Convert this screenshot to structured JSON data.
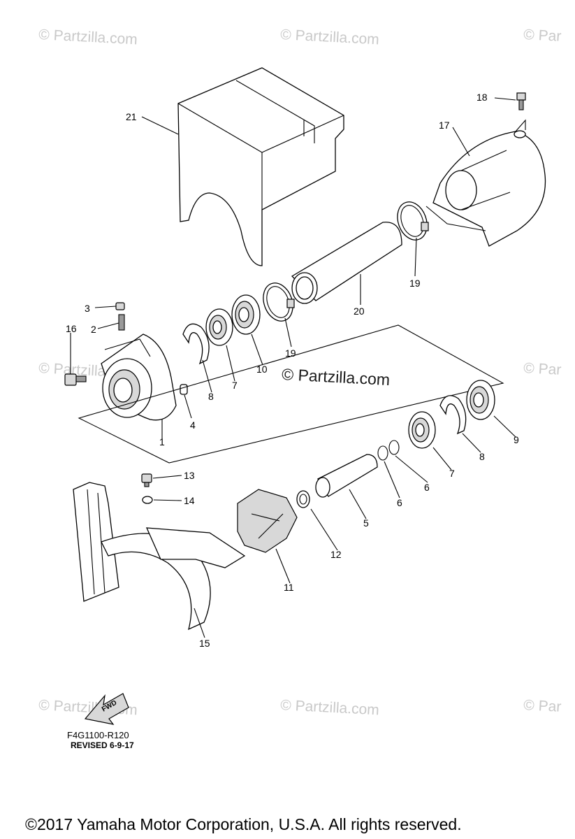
{
  "watermark": {
    "text": "© Partzilla.com",
    "text_partial": "© Par"
  },
  "center_watermark": "© Partzilla.com",
  "callouts": [
    "1",
    "2",
    "3",
    "4",
    "5",
    "6",
    "6",
    "7",
    "7",
    "8",
    "8",
    "9",
    "10",
    "11",
    "12",
    "13",
    "14",
    "15",
    "16",
    "17",
    "18",
    "19",
    "19",
    "20",
    "21"
  ],
  "drawing_code": "F4G1100-R120",
  "revised": "REVISED 6-9-17",
  "fwd_label": "FWD",
  "copyright": "©2017  Yamaha Motor Corporation, U.S.A. All rights reserved."
}
